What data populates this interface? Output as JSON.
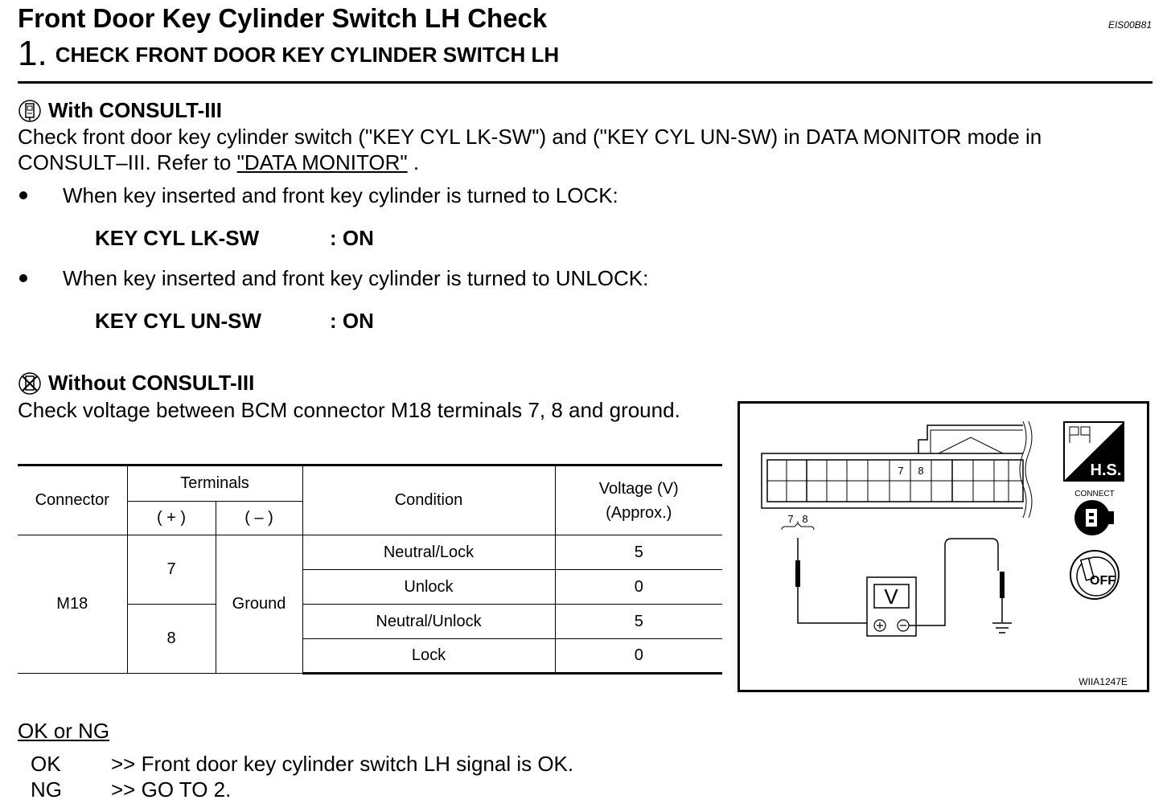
{
  "header": {
    "title": "Front Door Key Cylinder Switch LH Check",
    "doc_id": "EIS00B81",
    "step_number": "1.",
    "step_title": "CHECK FRONT DOOR KEY CYLINDER SWITCH LH"
  },
  "with_consult": {
    "heading": "With CONSULT-III",
    "text_before_link": "Check front door key cylinder switch (\"KEY CYL LK-SW\") and (\"KEY CYL UN-SW) in DATA MONITOR mode in CONSULT–III. Refer to ",
    "link": "\"DATA MONITOR\"",
    "text_after_link": " .",
    "bullets": [
      {
        "text": "When key inserted and front key cylinder is turned to LOCK:",
        "item": "KEY CYL LK-SW",
        "value": ": ON"
      },
      {
        "text": "When key inserted and front key cylinder is turned to UNLOCK:",
        "item": "KEY CYL UN-SW",
        "value": ": ON"
      }
    ]
  },
  "without_consult": {
    "heading": "Without CONSULT-III",
    "text": "Check voltage between BCM connector M18 terminals 7, 8 and ground."
  },
  "table": {
    "headers": {
      "connector": "Connector",
      "terminals": "Terminals",
      "plus": "( + )",
      "minus": "( – )",
      "condition": "Condition",
      "voltage_line1": "Voltage (V)",
      "voltage_line2": "(Approx.)"
    },
    "connector": "M18",
    "ground": "Ground",
    "terminal_a": "7",
    "terminal_b": "8",
    "rows": [
      {
        "condition": "Neutral/Lock",
        "voltage": "5"
      },
      {
        "condition": "Unlock",
        "voltage": "0"
      },
      {
        "condition": "Neutral/Unlock",
        "voltage": "5"
      },
      {
        "condition": "Lock",
        "voltage": "0"
      }
    ]
  },
  "diagram": {
    "pin_7": "7",
    "pin_8": "8",
    "probe_label": "7 , 8",
    "meter_label": "V",
    "hs_label": "H.S.",
    "connect_label": "CONNECT",
    "off_label": "OFF",
    "figure_id": "WIIA1247E"
  },
  "result": {
    "heading": "OK or NG",
    "ok_code": "OK",
    "ok_text": ">> Front door key cylinder switch LH signal is OK.",
    "ng_code": "NG",
    "ng_text": ">> GO TO 2."
  }
}
